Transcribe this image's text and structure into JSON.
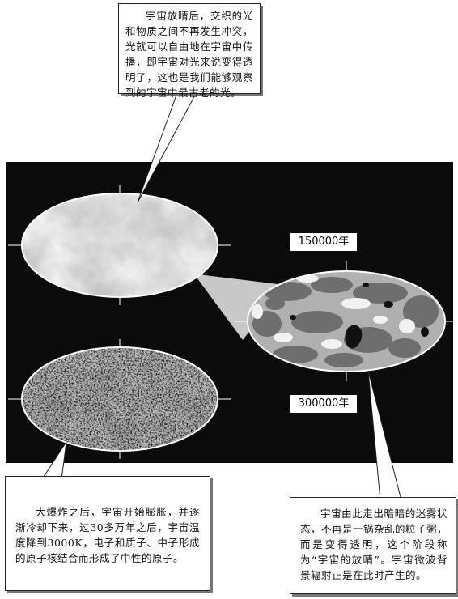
{
  "callouts": {
    "top": "宇宙放晴后，交织的光和物质之间不再发生冲突，光就可以自由地在宇宙中传播，即宇宙对光来说变得透明了，这也是我们能够观察到的宇宙中最古老的光。",
    "bottom_left": "大爆炸之后，宇宙开始膨胀，并逐渐冷却下来，过30多万年之后，宇宙温度降到3000K，电子和质子、中子形成的原子核结合而形成了中性的原子。",
    "bottom_right": "宇宙由此走出暗暗的迷雾状态，不再是一锅杂乱的粒子粥，而是变得透明，这个阶段称为“宇宙的放晴”。宇宙微波背景辐射正是在此时产生的。"
  },
  "year_labels": {
    "top": "150000年",
    "bottom": "300000年"
  },
  "colors": {
    "panel_background": "#0b0b0b",
    "map_light": "#f2f2f2",
    "map_mid": "#b0b0b0",
    "map_dark": "#6e6e6e",
    "shadow": "#777777"
  }
}
